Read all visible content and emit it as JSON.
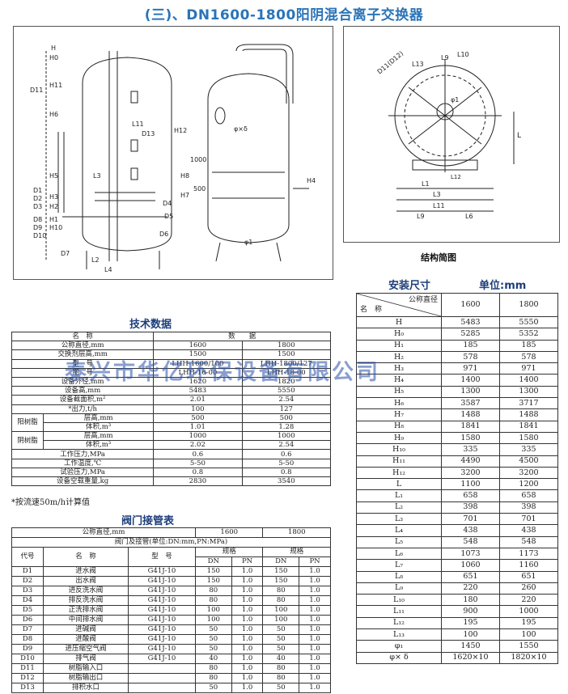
{
  "title": "(三)、DN1600-1800阳阴混合离子交换器",
  "structure_caption": "结构简图",
  "watermark": "泰兴市华亿环保设备有限公司",
  "drawing_labels": {
    "left": [
      "H",
      "H0",
      "D11",
      "H11",
      "H6",
      "H5",
      "D1",
      "D2",
      "H3",
      "D3",
      "H2",
      "D8",
      "D9",
      "D10",
      "H1",
      "H10",
      "D7",
      "L2",
      "L3",
      "L4"
    ],
    "middle": [
      "D13",
      "H12",
      "L11",
      "φ×δ",
      "1000",
      "500",
      "H8",
      "H7",
      "H4",
      "D4",
      "D5",
      "D6",
      "φ1"
    ],
    "right": [
      "D11(D12)",
      "L13",
      "L9",
      "L10",
      "φ1",
      "L",
      "L1",
      "L12",
      "L3",
      "L11",
      "L9",
      "L6"
    ]
  },
  "tech": {
    "title": "技术数据",
    "head": {
      "name": "名　称",
      "data": "数　　据"
    },
    "rows": [
      {
        "label": "公称直径,mm",
        "v1": "1600",
        "v2": "1800"
      },
      {
        "label": "交换剂层高,mm",
        "v1": "1500",
        "v2": "1500"
      },
      {
        "label": "型　号",
        "v1": "LHH-1600/100",
        "v2": "LHH-1800/127"
      },
      {
        "label": "图　号",
        "v1": "LHH-16-00",
        "v2": "LHH-18-00"
      },
      {
        "label": "设备外径,mm",
        "v1": "1620",
        "v2": "1820"
      },
      {
        "label": "设备高,mm",
        "v1": "5483",
        "v2": "5550"
      },
      {
        "label": "设备截面积,m²",
        "v1": "2.01",
        "v2": "2.54"
      },
      {
        "label": "*出力,t/h",
        "v1": "100",
        "v2": "127"
      }
    ],
    "resin_groups": [
      {
        "group": "阳树脂",
        "rows": [
          {
            "label": "层高,mm",
            "v1": "500",
            "v2": "500"
          },
          {
            "label": "体积,m³",
            "v1": "1.01",
            "v2": "1.28"
          }
        ]
      },
      {
        "group": "阴树脂",
        "rows": [
          {
            "label": "层高,mm",
            "v1": "1000",
            "v2": "1000"
          },
          {
            "label": "体积,m³",
            "v1": "2.02",
            "v2": "2.54"
          }
        ]
      }
    ],
    "rows_after": [
      {
        "label": "工作压力,MPa",
        "v1": "0.6",
        "v2": "0.6"
      },
      {
        "label": "工作温度,℃",
        "v1": "5-50",
        "v2": "5-50"
      },
      {
        "label": "试验压力,MPa",
        "v1": "0.8",
        "v2": "0.8"
      },
      {
        "label": "设备空载重量,kg",
        "v1": "2830",
        "v2": "3540"
      }
    ],
    "note": "*按流速50m/h计算值"
  },
  "valve": {
    "title": "阀门接管表",
    "head_diameter": "公称直径,mm",
    "d1": "1600",
    "d2": "1800",
    "head_group": "阀门及接管(单位:DN:mm,PN:MPa)",
    "col_code": "代号",
    "col_name": "名　称",
    "col_model": "型　号",
    "col_spec": "规格",
    "col_dn": "DN",
    "col_pn": "PN",
    "rows": [
      {
        "code": "D1",
        "name": "进水阀",
        "model": "G41J-10",
        "dn1": "150",
        "pn1": "1.0",
        "dn2": "150",
        "pn2": "1.0"
      },
      {
        "code": "D2",
        "name": "出水阀",
        "model": "G41J-10",
        "dn1": "150",
        "pn1": "1.0",
        "dn2": "150",
        "pn2": "1.0"
      },
      {
        "code": "D3",
        "name": "进反洗水阀",
        "model": "G41J-10",
        "dn1": "80",
        "pn1": "1.0",
        "dn2": "80",
        "pn2": "1.0"
      },
      {
        "code": "D4",
        "name": "排反洗水阀",
        "model": "G41J-10",
        "dn1": "80",
        "pn1": "1.0",
        "dn2": "80",
        "pn2": "1.0"
      },
      {
        "code": "D5",
        "name": "正洗排水阀",
        "model": "G41J-10",
        "dn1": "100",
        "pn1": "1.0",
        "dn2": "100",
        "pn2": "1.0"
      },
      {
        "code": "D6",
        "name": "中间排水阀",
        "model": "G41J-10",
        "dn1": "100",
        "pn1": "1.0",
        "dn2": "100",
        "pn2": "1.0"
      },
      {
        "code": "D7",
        "name": "进碱阀",
        "model": "G41J-10",
        "dn1": "50",
        "pn1": "1.0",
        "dn2": "50",
        "pn2": "1.0"
      },
      {
        "code": "D8",
        "name": "进酸阀",
        "model": "G41J-10",
        "dn1": "50",
        "pn1": "1.0",
        "dn2": "50",
        "pn2": "1.0"
      },
      {
        "code": "D9",
        "name": "进压缩空气阀",
        "model": "G41J-10",
        "dn1": "50",
        "pn1": "1.0",
        "dn2": "50",
        "pn2": "1.0"
      },
      {
        "code": "D10",
        "name": "排气阀",
        "model": "G41J-10",
        "dn1": "40",
        "pn1": "1.0",
        "dn2": "40",
        "pn2": "1.0"
      },
      {
        "code": "D11",
        "name": "树脂输入口",
        "model": "",
        "dn1": "80",
        "pn1": "1.0",
        "dn2": "80",
        "pn2": "1.0"
      },
      {
        "code": "D12",
        "name": "树脂输出口",
        "model": "",
        "dn1": "80",
        "pn1": "1.0",
        "dn2": "80",
        "pn2": "1.0"
      },
      {
        "code": "D13",
        "name": "排积水口",
        "model": "",
        "dn1": "50",
        "pn1": "1.0",
        "dn2": "50",
        "pn2": "1.0"
      }
    ]
  },
  "dims": {
    "title": "安装尺寸",
    "unit": "单位:mm",
    "head_diameter": "公称直径",
    "head_name": "名　称",
    "d1": "1600",
    "d2": "1800",
    "rows": [
      {
        "sym": "H",
        "v1": "5483",
        "v2": "5550"
      },
      {
        "sym": "H₀",
        "v1": "5285",
        "v2": "5352"
      },
      {
        "sym": "H₁",
        "v1": "185",
        "v2": "185"
      },
      {
        "sym": "H₂",
        "v1": "578",
        "v2": "578"
      },
      {
        "sym": "H₃",
        "v1": "971",
        "v2": "971"
      },
      {
        "sym": "H₄",
        "v1": "1400",
        "v2": "1400"
      },
      {
        "sym": "H₅",
        "v1": "1300",
        "v2": "1300"
      },
      {
        "sym": "H₆",
        "v1": "3587",
        "v2": "3717"
      },
      {
        "sym": "H₇",
        "v1": "1488",
        "v2": "1488"
      },
      {
        "sym": "H₈",
        "v1": "1841",
        "v2": "1841"
      },
      {
        "sym": "H₉",
        "v1": "1580",
        "v2": "1580"
      },
      {
        "sym": "H₁₀",
        "v1": "335",
        "v2": "335"
      },
      {
        "sym": "H₁₁",
        "v1": "4490",
        "v2": "4500"
      },
      {
        "sym": "H₁₂",
        "v1": "3200",
        "v2": "3200"
      },
      {
        "sym": "L",
        "v1": "1100",
        "v2": "1200"
      },
      {
        "sym": "L₁",
        "v1": "658",
        "v2": "658"
      },
      {
        "sym": "L₂",
        "v1": "398",
        "v2": "398"
      },
      {
        "sym": "L₃",
        "v1": "701",
        "v2": "701"
      },
      {
        "sym": "L₄",
        "v1": "438",
        "v2": "438"
      },
      {
        "sym": "L₅",
        "v1": "548",
        "v2": "548"
      },
      {
        "sym": "L₆",
        "v1": "1073",
        "v2": "1173"
      },
      {
        "sym": "L₇",
        "v1": "1060",
        "v2": "1160"
      },
      {
        "sym": "L₈",
        "v1": "651",
        "v2": "651"
      },
      {
        "sym": "L₉",
        "v1": "220",
        "v2": "260"
      },
      {
        "sym": "L₁₀",
        "v1": "180",
        "v2": "220"
      },
      {
        "sym": "L₁₁",
        "v1": "900",
        "v2": "1000"
      },
      {
        "sym": "L₁₂",
        "v1": "195",
        "v2": "195"
      },
      {
        "sym": "L₁₃",
        "v1": "100",
        "v2": "100"
      },
      {
        "sym": "φ₁",
        "v1": "1450",
        "v2": "1550"
      },
      {
        "sym": "φ× δ",
        "v1": "1620×10",
        "v2": "1820×10"
      }
    ]
  }
}
